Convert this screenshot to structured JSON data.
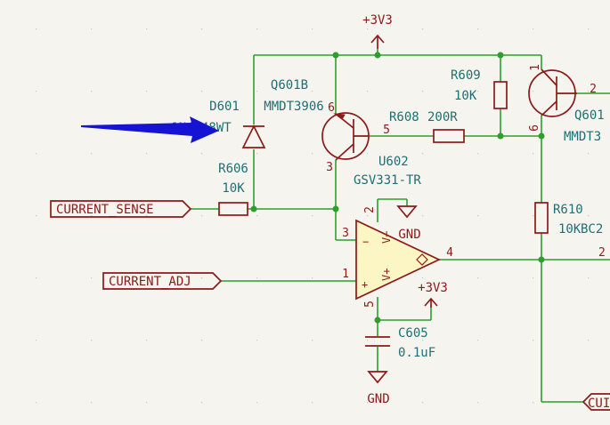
{
  "power": {
    "vcc_top": "+3V3",
    "vcc_opamp": "+3V3",
    "gnd_opamp": "GND",
    "gnd_cap": "GND"
  },
  "components": {
    "d601": {
      "ref": "D601",
      "value": "1N4148WT"
    },
    "q601b": {
      "ref": "Q601B",
      "value": "MMDT3906",
      "pin_emitter": "6",
      "pin_base": "5",
      "pin_collector": "3"
    },
    "q601a": {
      "ref": "Q601",
      "value": "MMDT3",
      "pin_top": "1",
      "pin_right": "2",
      "pin_bottom": "6"
    },
    "r606": {
      "ref": "R606",
      "value": "10K"
    },
    "r608": {
      "ref": "R608",
      "value": "200R"
    },
    "r609": {
      "ref": "R609",
      "value": "10K"
    },
    "r610": {
      "ref": "R610",
      "value": "10K"
    },
    "r610_overlap": "BC2",
    "u602": {
      "ref": "U602",
      "value": "GSV331-TR",
      "pin_in_neg": "3",
      "pin_in_pos": "1",
      "pin_out": "4",
      "pin_vneg": "2",
      "pin_vpos": "5",
      "minus_sign": "−",
      "plus_sign": "+",
      "vneg_label": "V−",
      "vpos_label": "V+"
    },
    "c605": {
      "ref": "C605",
      "value": "0.1uF"
    }
  },
  "nets": {
    "current_sense": "CURRENT_SENSE",
    "current_adj": "CURRENT_ADJ",
    "right_output": "CUI",
    "right_pin": "2"
  },
  "annotation": {
    "arrow_color": "#1414d2"
  }
}
